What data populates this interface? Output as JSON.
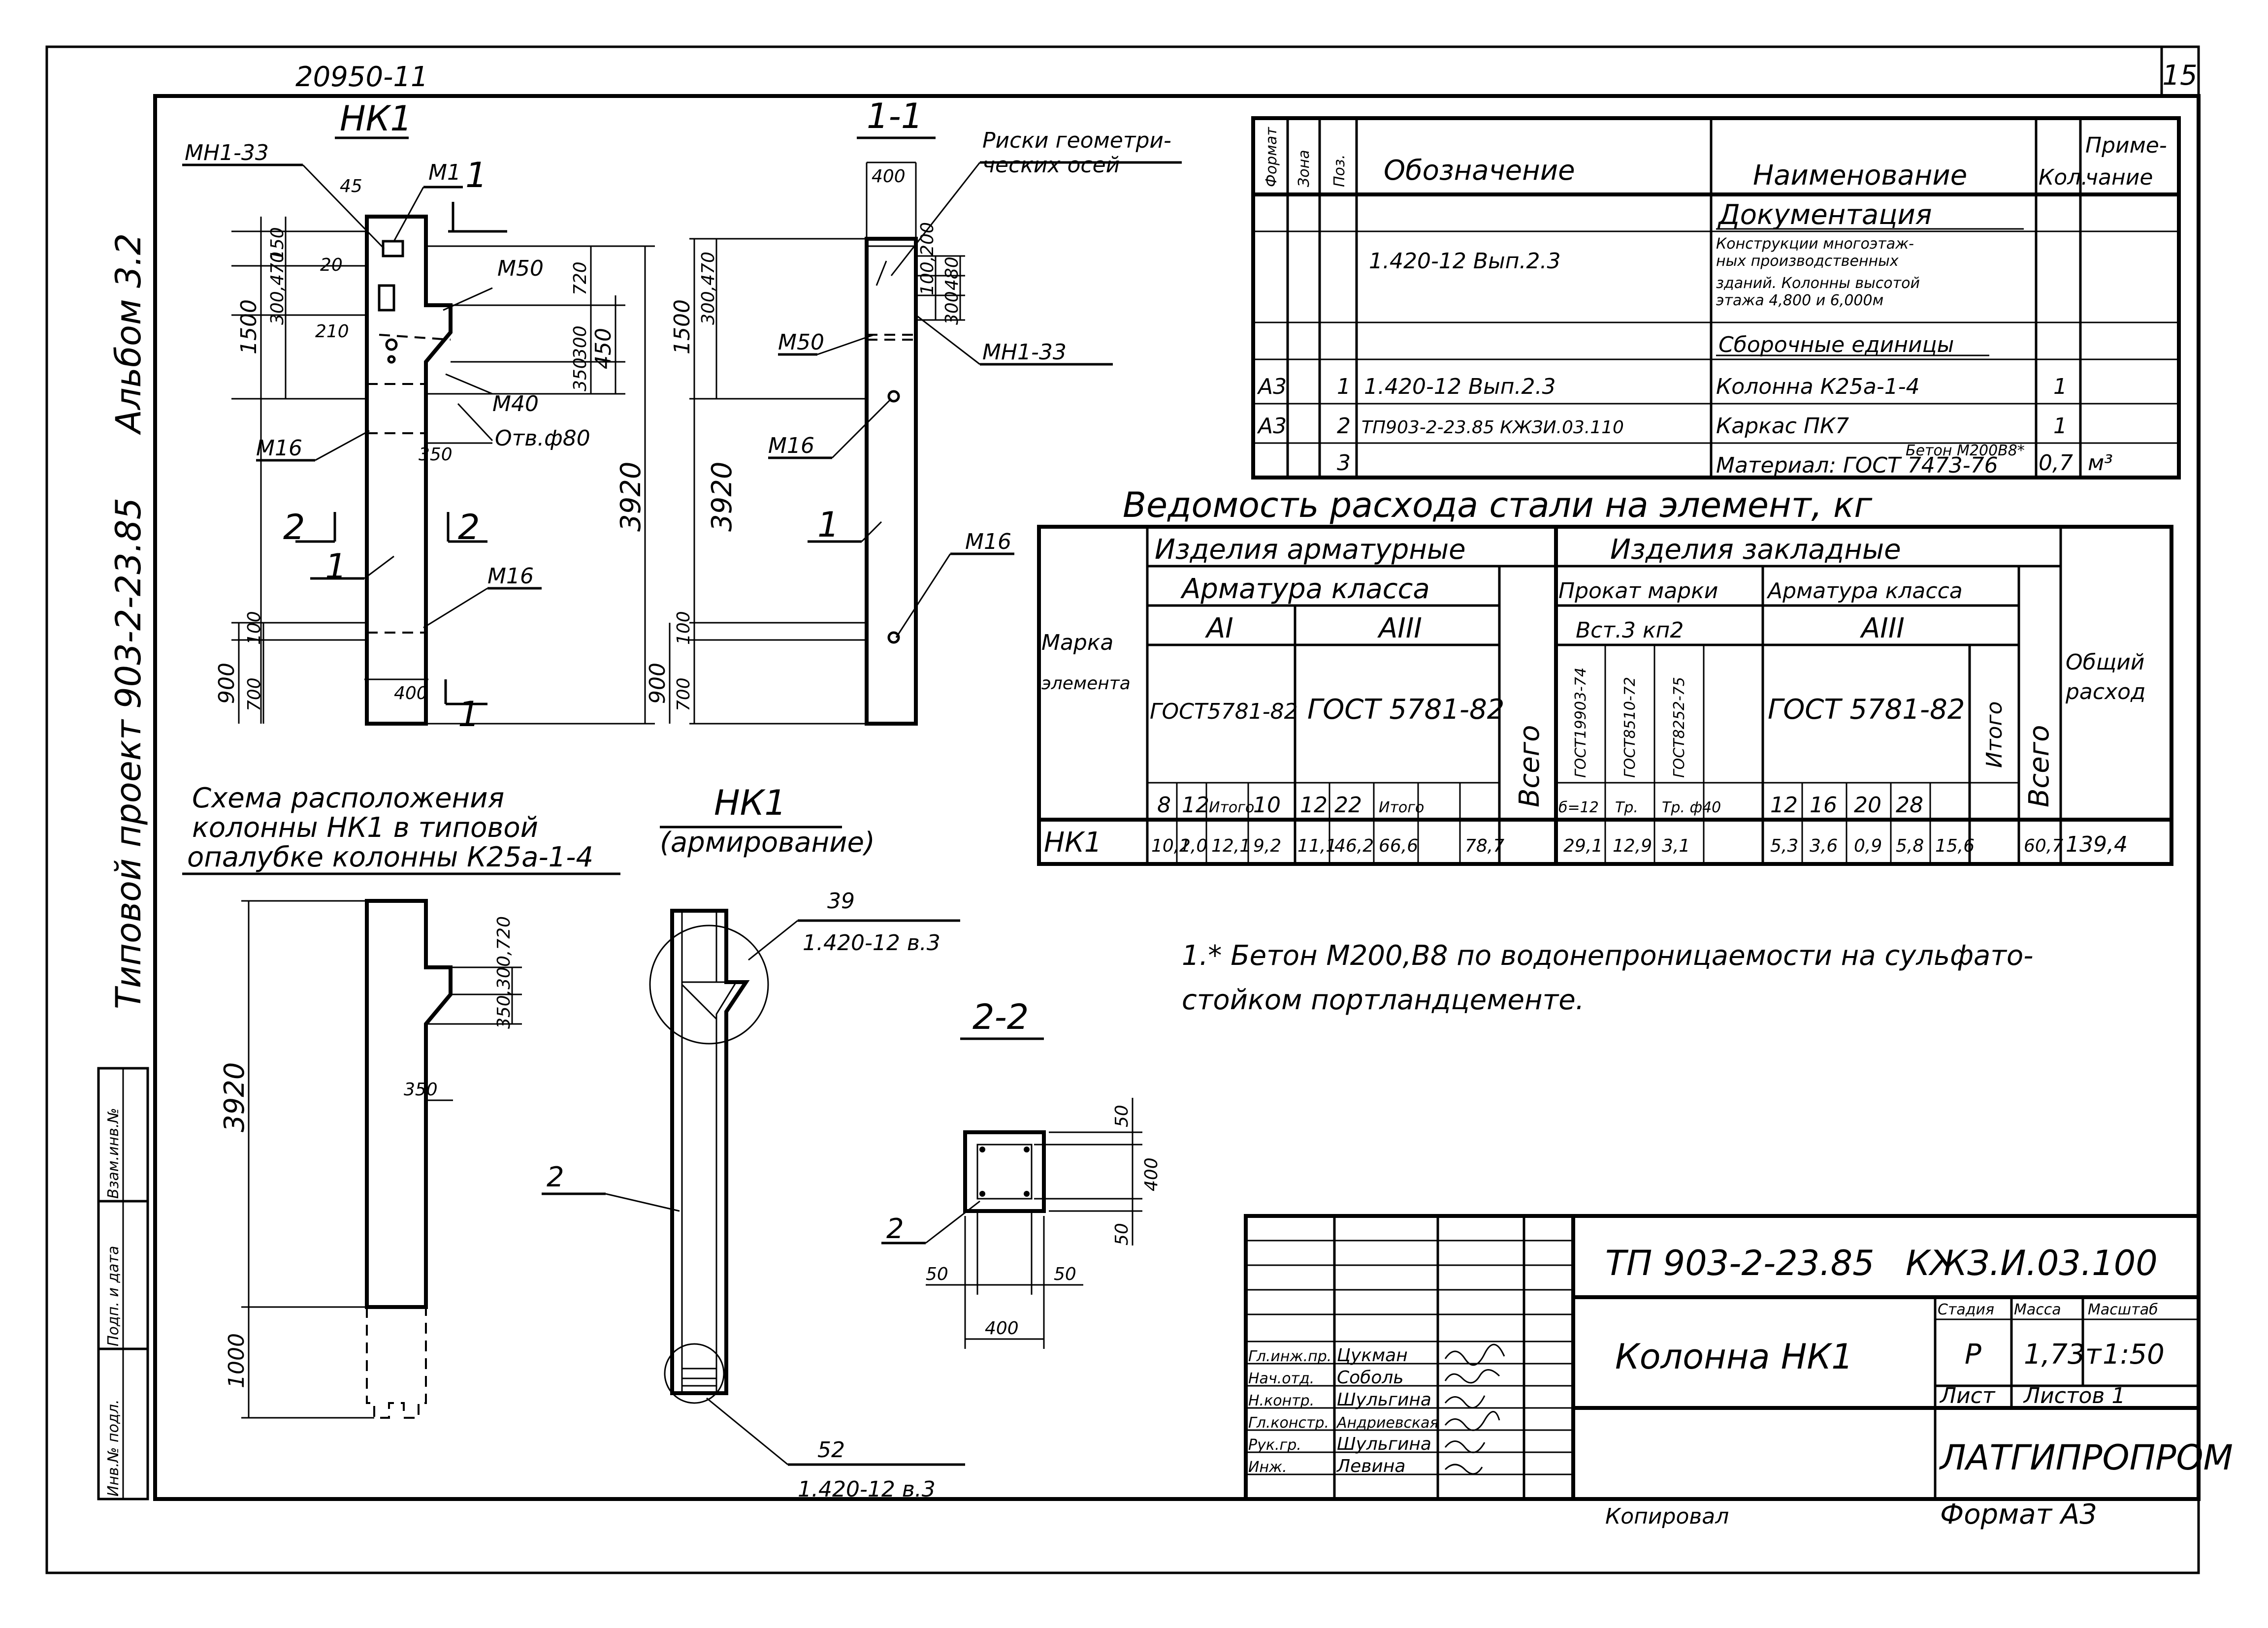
{
  "header": {
    "sheet_number": "15",
    "inventory_number": "20950-11",
    "album": "Альбом 3.2",
    "project": "Типовой проект 903-2-23.85"
  },
  "side_stamp": {
    "col1": "Инв.№ подл.",
    "col2": "Подп. и дата",
    "col3": "Взам.инв.№"
  },
  "views": {
    "hk1_title": "НК1",
    "s11_title": "1-1",
    "s22_title": "2-2",
    "layout_title": [
      "Схема расположения",
      "колонны НК1 в типовой",
      "опалубке колонны К25а-1-4"
    ],
    "reinf_title": "НК1",
    "reinf_sub": "(армирование)",
    "risk_note": [
      "Риски геометри-",
      "ческих осей"
    ]
  },
  "labels": {
    "mh1_33": "МН1-33",
    "m1": "М1",
    "m50": "М50",
    "m40": "М40",
    "m16": "М16",
    "otv": "Отв.ф80",
    "n1": "1",
    "n2": "2",
    "n39": "39",
    "n52": "52",
    "ref": "1.420-12 в.3"
  },
  "dims": {
    "d45": "45",
    "d150": "150",
    "d20": "20",
    "d300_470": "300,470",
    "d210": "210",
    "d720": "720",
    "d300": "300",
    "d350": "350",
    "d450": "450",
    "d1500": "1500",
    "d3920": "3920",
    "d900": "900",
    "d700": "700",
    "d100": "100",
    "d400": "400",
    "d100_200": "100,200",
    "d480": "480",
    "d1000": "1000",
    "d50": "50",
    "d50b": "50",
    "d50c": "50",
    "d50d": "50",
    "d300_720": "350,300,720"
  },
  "spec": {
    "headers": {
      "format": "Формат",
      "zone": "Зона",
      "pos": "Поз.",
      "designation": "Обозначение",
      "name": "Наименование",
      "qty": "Кол.",
      "note": "Приме-чание"
    },
    "section_doc": "Документация",
    "doc_designation": "1.420-12     Вып.2.3",
    "doc_name": [
      "Конструкции многоэтаж-",
      "ных производственных",
      "зданий. Колонны высотой",
      "этажа 4,800 и 6,000м"
    ],
    "section_asm": "Сборочные единицы",
    "rows": [
      {
        "fmt": "А3",
        "pos": "1",
        "des": "1.420-12     Вып.2.3",
        "name": "Колонна  К25а-1-4",
        "qty": "1",
        "note": ""
      },
      {
        "fmt": "А3",
        "pos": "2",
        "des": "ТП903-2-23.85  КЖЗИ.03.110",
        "name": "Каркас  ПК7",
        "qty": "1",
        "note": ""
      },
      {
        "fmt": "",
        "pos": "3",
        "des": "",
        "name": "Материал: ГОСТ 7473-76",
        "name_top": "Бетон М200В8*",
        "qty": "0,7",
        "note": "м³"
      }
    ]
  },
  "steel": {
    "title": "Ведомость расхода стали на элемент, кг",
    "h_arm": "Изделия арматурные",
    "h_zakl": "Изделия закладные",
    "h_arm_class": "Арматура класса",
    "h_prokat": "Прокат марки",
    "h_arm_class2": "Арматура класса",
    "h_AI": "АI",
    "h_AIII": "АIII",
    "h_AIII2": "АIII",
    "h_vst": "Вст.3 кп2",
    "h_gost_a": "ГОСТ5781-82",
    "h_gost_b": "ГОСТ 5781-82",
    "h_gost_c": "ГОСТ 5781-82",
    "h_gost_p1": "ГОСТ19903-74",
    "h_gost_p2": "ГОСТ8510-72",
    "h_gost_p3": "ГОСТ8252-75",
    "h_mark": [
      "Марка",
      "элемента"
    ],
    "h_total": "Всего",
    "h_itogo": "Итого",
    "h_total2": "Всего",
    "h_general": [
      "Общий",
      "расход"
    ],
    "sub": [
      "8",
      "12",
      "Итого",
      "10",
      "12",
      "22",
      "Итого",
      "",
      "б=12",
      "Тр.",
      "Тр. ф40",
      "12",
      "16",
      "20",
      "28"
    ],
    "row": [
      "НК1",
      "10,1",
      "2,0",
      "12,1",
      "9,2",
      "11,1",
      "46,2",
      "66,6",
      "78,7",
      "29,1",
      "12,9",
      "3,1",
      "5,3",
      "3,6",
      "0,9",
      "5,8",
      "15,6",
      "60,7",
      "139,4"
    ]
  },
  "note": {
    "line1": "1.* Бетон М200,В8 по водонепроницаемости на сульфато-",
    "line2": "стойком портландцементе."
  },
  "title_block": {
    "project_code": "ТП 903-2-23.85",
    "doc_code": "КЖЗ.И.03.100",
    "element_name": "Колонна   НК1",
    "stage_h": "Стадия",
    "mass_h": "Масса",
    "scale_h": "Масштаб",
    "stage": "Р",
    "mass": "1,73т",
    "scale": "1:50",
    "sheet_h": "Лист",
    "sheets_h": "Листов  1",
    "org": "ЛАТГИПРОПРОМ",
    "copied": "Копировал",
    "format": "Формат А3",
    "roles": [
      {
        "role": "Гл.инж.пр.",
        "name": "Цукман"
      },
      {
        "role": "Нач.отд.",
        "name": "Соболь"
      },
      {
        "role": "Н.контр.",
        "name": "Шульгина"
      },
      {
        "role": "Гл.констр.",
        "name": "Андриевская"
      },
      {
        "role": "Рук.гр.",
        "name": "Шульгина"
      },
      {
        "role": "Инж.",
        "name": "Левина"
      }
    ]
  }
}
